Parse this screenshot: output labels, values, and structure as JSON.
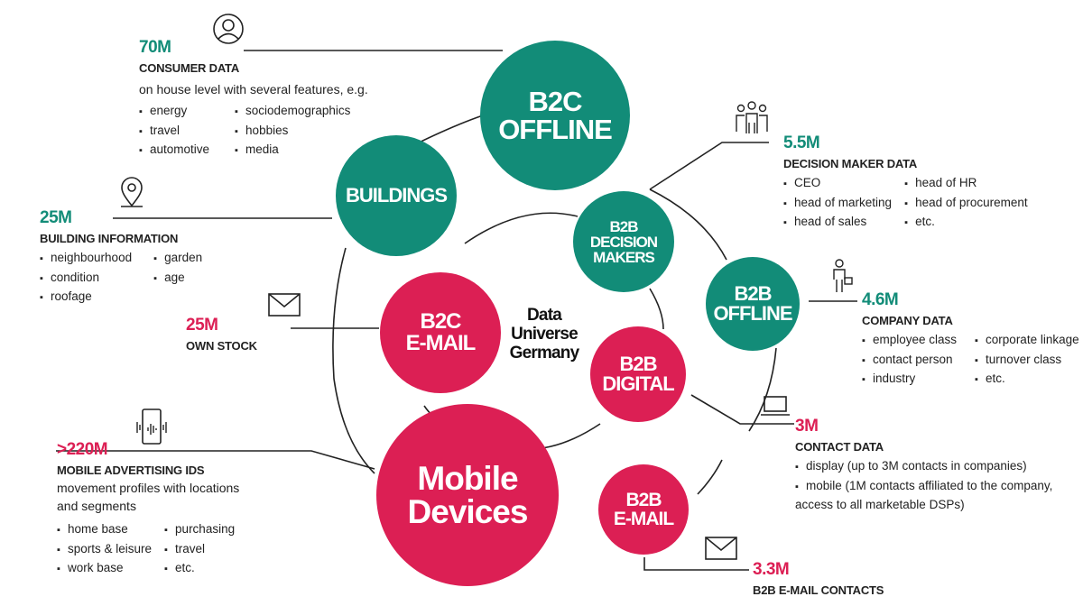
{
  "colors": {
    "green": "#128c78",
    "red": "#dc1f54"
  },
  "center": {
    "line1": "Data",
    "line2": "Universe",
    "line3": "Germany"
  },
  "circles": {
    "b2c_offline": [
      "B2C",
      "OFFLINE"
    ],
    "buildings": [
      "BUILDINGS"
    ],
    "b2b_decision_makers": [
      "B2B",
      "DECISION",
      "MAKERS"
    ],
    "b2b_offline": [
      "B2B",
      "OFFLINE"
    ],
    "b2c_email": [
      "B2C",
      "E-MAIL"
    ],
    "b2b_digital": [
      "B2B",
      "DIGITAL"
    ],
    "mobile_devices": [
      "Mobile",
      "Devices"
    ],
    "b2b_email": [
      "B2B",
      "E-MAIL"
    ]
  },
  "consumer": {
    "icon": "person-icon",
    "count": "70M",
    "title": "CONSUMER DATA",
    "desc": "on house level with several features, e.g.",
    "col1": [
      "energy",
      "travel",
      "automotive"
    ],
    "col2": [
      "sociodemographics",
      "hobbies",
      "media"
    ]
  },
  "building": {
    "icon": "location-pin-icon",
    "count": "25M",
    "title": "BUILDING INFORMATION",
    "col1": [
      "neighbourhood",
      "condition",
      "roofage"
    ],
    "col2": [
      "garden",
      "age"
    ]
  },
  "own_stock": {
    "icon": "envelope-icon",
    "count": "25M",
    "title": "OWN STOCK"
  },
  "mobile": {
    "icon": "smartphone-icon",
    "count": ">220M",
    "title": "MOBILE ADVERTISING IDS",
    "desc1": "movement profiles with locations",
    "desc2": "and segments",
    "col1": [
      "home base",
      "sports & leisure",
      "work base"
    ],
    "col2": [
      "purchasing",
      "travel",
      "etc."
    ]
  },
  "decision": {
    "icon": "group-icon",
    "count": "5.5M",
    "title": "DECISION MAKER DATA",
    "col1": [
      "CEO",
      "head of marketing",
      "head of sales"
    ],
    "col2": [
      "head of HR",
      "head of procurement",
      "etc."
    ]
  },
  "company": {
    "icon": "businessperson-icon",
    "count": "4.6M",
    "title": "COMPANY DATA",
    "col1": [
      "employee class",
      "contact person",
      "industry"
    ],
    "col2": [
      "corporate linkage",
      "turnover class",
      "etc."
    ]
  },
  "contact": {
    "icon": "laptop-icon",
    "count": "3M",
    "title": "CONTACT DATA",
    "items": [
      "display (up to 3M contacts in companies)",
      "mobile (1M contacts affiliated to the company, access to all marketable DSPs)"
    ]
  },
  "b2b_email_contacts": {
    "icon": "envelope-icon",
    "count": "3.3M",
    "title": "B2B E-MAIL CONTACTS"
  }
}
